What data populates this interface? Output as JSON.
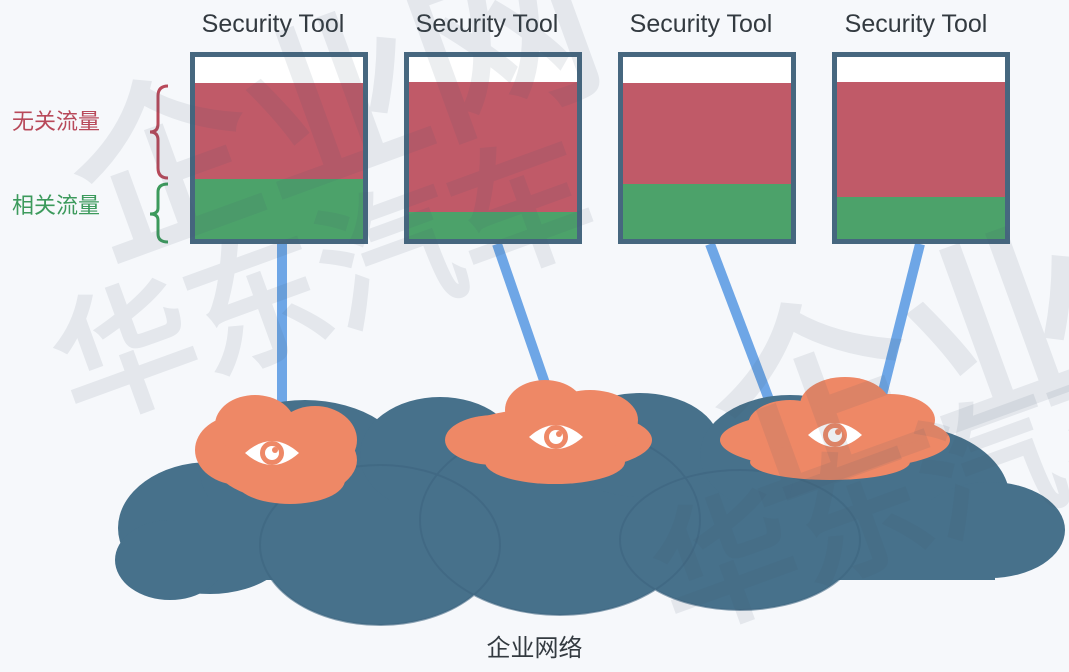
{
  "legend": {
    "irrelevant_label": "无关流量",
    "relevant_label": "相关流量"
  },
  "tools": [
    {
      "title": "Security Tool",
      "irrelevant_fraction": 0.53,
      "relevant_fraction": 0.33
    },
    {
      "title": "Security Tool",
      "irrelevant_fraction": 0.71,
      "relevant_fraction": 0.15
    },
    {
      "title": "Security Tool",
      "irrelevant_fraction": 0.56,
      "relevant_fraction": 0.3
    },
    {
      "title": "Security Tool",
      "irrelevant_fraction": 0.63,
      "relevant_fraction": 0.23
    }
  ],
  "network": {
    "label": "企业网络"
  },
  "watermark": {
    "text_1": "企业网",
    "text_2": "华东汽车"
  },
  "colors": {
    "irrelevant": "#c05a68",
    "relevant": "#4ca26a",
    "box_border": "#46677f",
    "cloud": "#47718b",
    "sensor_cloud": "#ee8866",
    "link": "#6ea6e6"
  },
  "icons": {
    "sensor": "eye-icon"
  }
}
